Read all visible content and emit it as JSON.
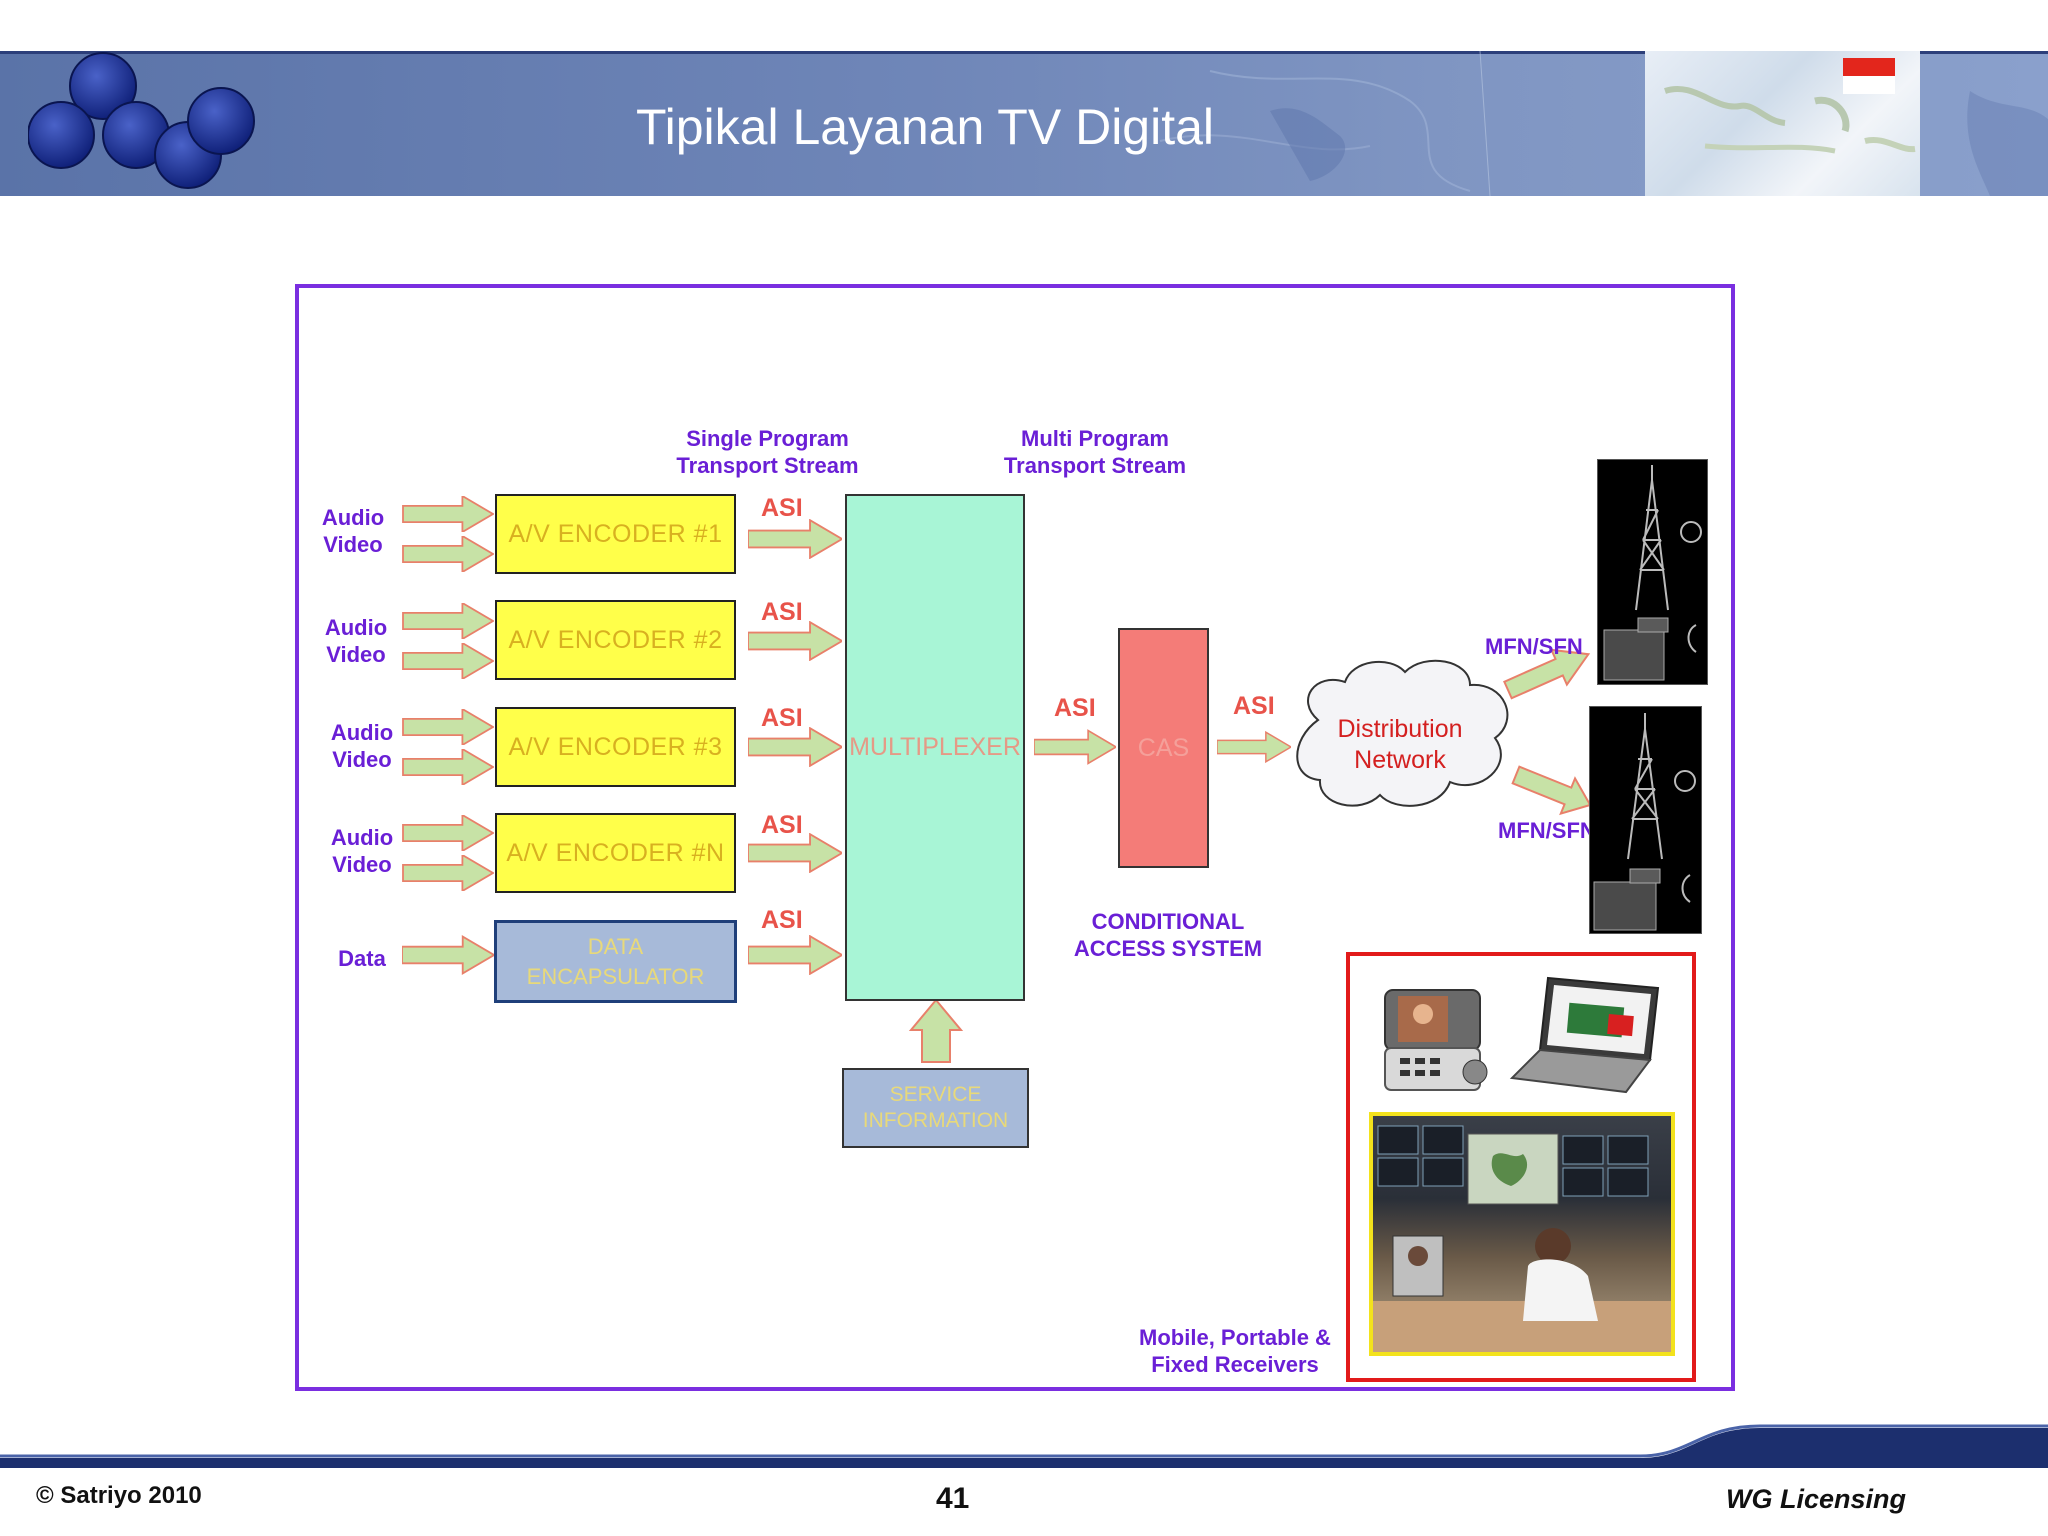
{
  "header": {
    "title": "Tipikal Layanan TV Digital"
  },
  "stream_labels": {
    "single_line1": "Single Program",
    "single_line2": "Transport Stream",
    "multi_line1": "Multi Program",
    "multi_line2": "Transport Stream"
  },
  "inputs": [
    {
      "line1": "Audio",
      "line2": "Video"
    },
    {
      "line1": "Audio",
      "line2": "Video"
    },
    {
      "line1": "Audio",
      "line2": "Video"
    },
    {
      "line1": "Audio",
      "line2": "Video"
    },
    {
      "line1": "Data",
      "line2": ""
    }
  ],
  "encoders": [
    "A/V ENCODER #1",
    "A/V ENCODER #2",
    "A/V ENCODER #3",
    "A/V ENCODER #N"
  ],
  "data_encapsulator": {
    "line1": "DATA",
    "line2": "ENCAPSULATOR"
  },
  "asi_label": "ASI",
  "multiplexer": "MULTIPLEXER",
  "service_information": {
    "line1": "SERVICE",
    "line2": "INFORMATION"
  },
  "cas": {
    "label": "CAS",
    "caption_line1": "CONDITIONAL",
    "caption_line2": "ACCESS SYSTEM"
  },
  "distribution": {
    "line1": "Distribution",
    "line2": "Network"
  },
  "mfn_sfn": [
    "MFN/SFN",
    "MFN/SFN"
  ],
  "receivers": {
    "line1": "Mobile, Portable &",
    "line2": "Fixed Receivers"
  },
  "footer": {
    "copyright": "© Satriyo 2010",
    "page": "41",
    "right": "WG Licensing"
  },
  "colors": {
    "label_purple": "#6a1fd6",
    "asi_red": "#e8534a",
    "encoder_yellow": "#ffff4a",
    "mux_green": "#a8f5d6",
    "cas_red": "#f47c78",
    "frame_purple": "#7a2ee0",
    "arrow_green": "#c7e2a6"
  }
}
